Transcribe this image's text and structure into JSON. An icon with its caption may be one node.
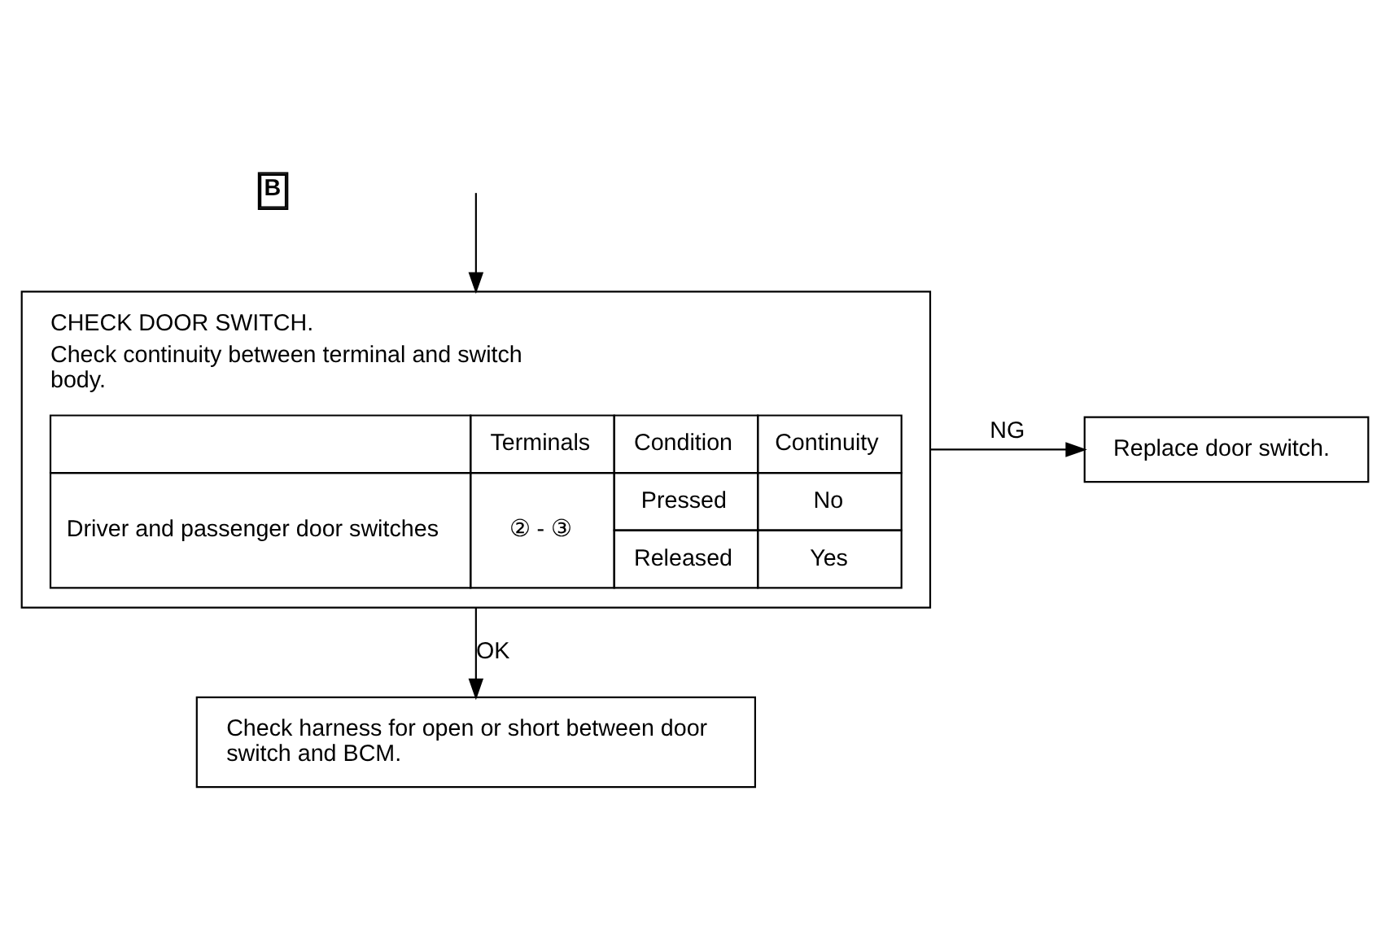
{
  "diagram": {
    "nodes": [
      {
        "text": [
          "CHECK DOOR SWITCH.",
          "Check continuity between terminal and switch body."
        ]
      },
      {
        "text": [
          "Replace door switch."
        ]
      },
      {
        "text": [
          "Check harness for open or short between door switch and BCM."
        ]
      }
    ],
    "edges": [
      {
        "from": null,
        "to": 0,
        "arrow": "to"
      },
      {
        "from": 0,
        "to": 1,
        "arrow": "to",
        "label": "NG"
      },
      {
        "from": 0,
        "to": 2,
        "arrow": "to",
        "label": "OK"
      }
    ],
    "labels": [
      "B",
      "Terminals",
      "Condition",
      "Continuity",
      "Driver and passenger door switches",
      "② - ③",
      "Pressed",
      "No",
      "Released",
      "Yes"
    ]
  }
}
